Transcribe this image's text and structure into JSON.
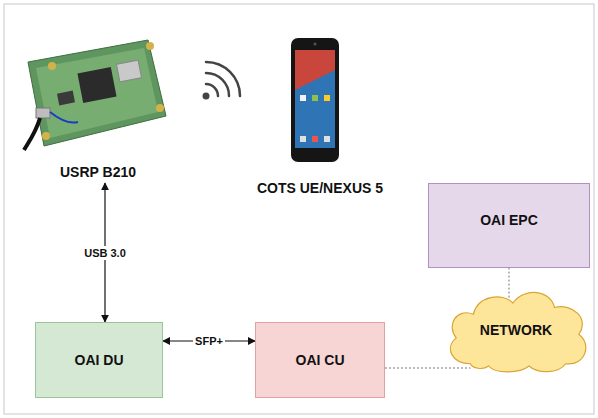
{
  "diagram": {
    "nodes": [
      {
        "text": [
          "USRP B210"
        ]
      },
      {
        "text": [
          "COTS UE/NEXUS 5"
        ]
      },
      {
        "text": [
          "OAI EPC"
        ]
      },
      {
        "text": [
          "OAI DU"
        ]
      },
      {
        "text": [
          "OAI CU"
        ]
      },
      {
        "text": [
          "NETWORK"
        ]
      }
    ],
    "edges": [
      {
        "from": 0,
        "to": 3,
        "arrow": "both",
        "label": "USB 3.0"
      },
      {
        "from": 3,
        "to": 4,
        "arrow": "both",
        "label": "SFP+"
      },
      {
        "from": 4,
        "to": 5,
        "arrow": "none"
      },
      {
        "from": 5,
        "to": 2,
        "arrow": "none"
      }
    ]
  }
}
